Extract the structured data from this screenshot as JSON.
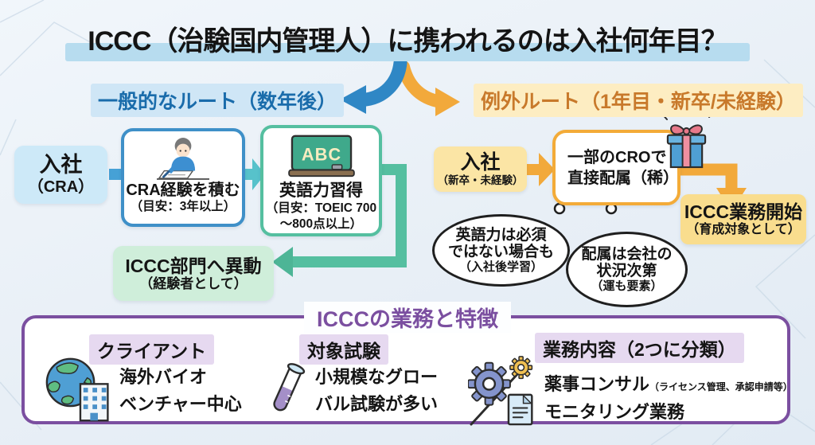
{
  "title": "ICCC（治験国内管理人）に携われるのは入社何年目？",
  "routes": {
    "general": {
      "label": "一般的なルート（数年後）"
    },
    "exception": {
      "label": "例外ルート（1年目・新卒/未経験）"
    }
  },
  "general_flow": {
    "start": {
      "line1": "入社",
      "line2": "（CRA）"
    },
    "step1": {
      "title": "CRA経験を積む",
      "note": "（目安：3年以上）"
    },
    "step2": {
      "board_label": "ABC",
      "title": "英語力習得",
      "note1": "（目安：TOEIC 700",
      "note2": "〜800点以上）"
    },
    "result": {
      "title": "ICCC部門へ異動",
      "note": "（経験者として）"
    }
  },
  "exception_flow": {
    "start": {
      "line1": "入社",
      "line2": "（新卒・未経験）"
    },
    "step1": {
      "line1": "一部のCROで",
      "line2": "直接配属（稀）"
    },
    "result": {
      "title": "ICCC業務開始",
      "note": "（育成対象として）"
    }
  },
  "thoughts": [
    {
      "line1": "英語力は必須",
      "line2": "ではない場合も",
      "note": "（入社後学習）"
    },
    {
      "line1": "配属は会社の",
      "line2": "状況次第",
      "note": "（運も要素）"
    }
  ],
  "features": {
    "title": "ICCCの業務と特徴",
    "columns": [
      {
        "heading": "クライアント",
        "line1": "海外バイオ",
        "line2": "ベンチャー中心"
      },
      {
        "heading": "対象試験",
        "line1": "小規模なグロー",
        "line2": "バル試験が多い"
      },
      {
        "heading": "業務内容（2つに分類）",
        "item1": "薬事コンサル",
        "item1_note": "（ライセンス管理、承認申請等）",
        "item2": "モニタリング業務"
      }
    ]
  },
  "colors": {
    "route_general_accent": "#1a6cab",
    "route_exception_accent": "#c8792b",
    "blue_arrow": "#2f87c5",
    "teal_green": "#55bfa0",
    "orange_arrow": "#f2a93b",
    "purple_accent": "#7b4fa0",
    "title_highlight": "#b7dcef"
  }
}
